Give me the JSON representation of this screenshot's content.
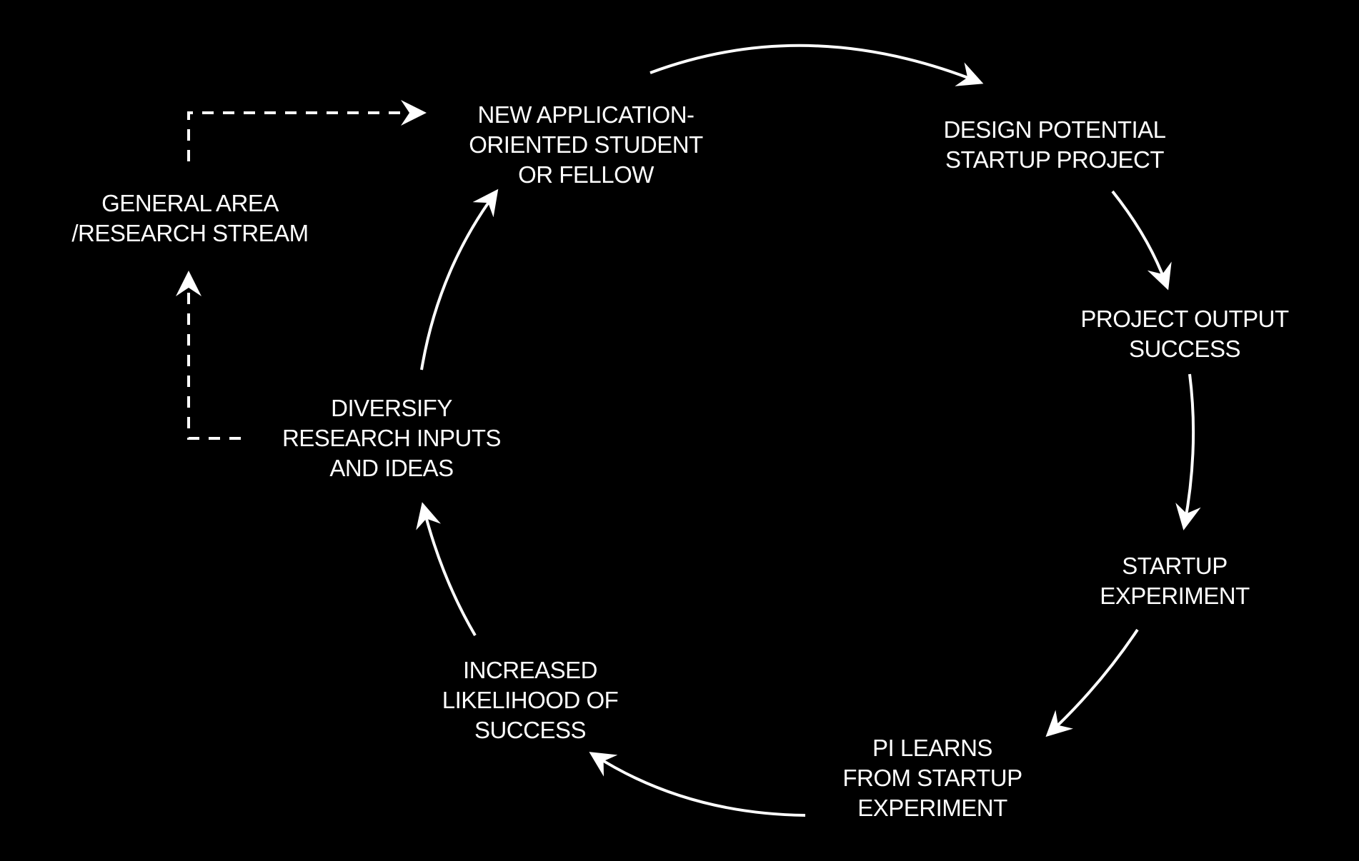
{
  "colors": {
    "background": "#000000",
    "foreground": "#ffffff"
  },
  "nodes": {
    "new_student": {
      "lines": [
        "NEW APPLICATION-",
        "ORIENTED STUDENT",
        "OR FELLOW"
      ]
    },
    "design_project": {
      "lines": [
        "DESIGN POTENTIAL",
        "STARTUP PROJECT"
      ]
    },
    "output_success": {
      "lines": [
        "PROJECT OUTPUT",
        "SUCCESS"
      ]
    },
    "startup_experiment": {
      "lines": [
        "STARTUP",
        "EXPERIMENT"
      ]
    },
    "pi_learns": {
      "lines": [
        "PI LEARNS",
        "FROM STARTUP",
        "EXPERIMENT"
      ]
    },
    "increased_likelihood": {
      "lines": [
        "INCREASED",
        "LIKELIHOOD OF",
        "SUCCESS"
      ]
    },
    "diversify": {
      "lines": [
        "DIVERSIFY",
        "RESEARCH INPUTS",
        "AND IDEAS"
      ]
    },
    "general_area": {
      "lines": [
        "GENERAL AREA",
        "/RESEARCH STREAM"
      ]
    }
  }
}
